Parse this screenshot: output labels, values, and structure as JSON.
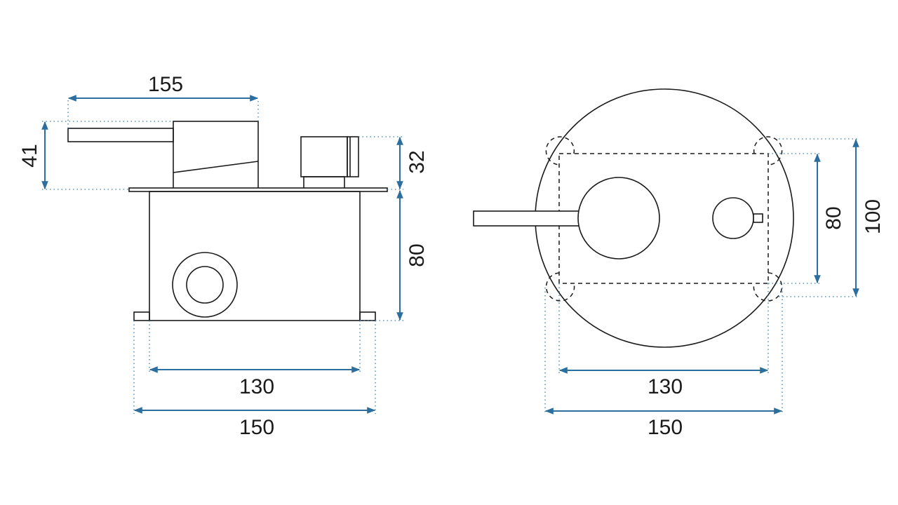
{
  "colors": {
    "outline": "#1a1a1a",
    "dimension": "#2c6e9e",
    "background": "#ffffff"
  },
  "side_view": {
    "dims": {
      "total_length": "155",
      "handle_height": "41",
      "knob_height": "32",
      "body_height": "80",
      "body_width": "130",
      "flange_width": "150"
    }
  },
  "front_view": {
    "dims": {
      "box_width": "130",
      "plate_width": "150",
      "box_height": "80",
      "plate_height": "100"
    }
  }
}
